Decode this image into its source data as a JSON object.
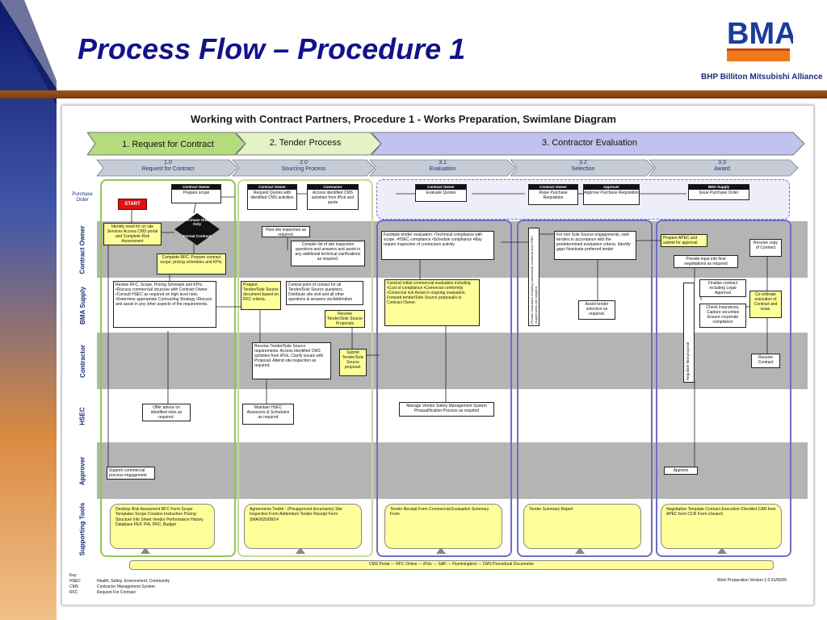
{
  "slide": {
    "title": "Process Flow – Procedure 1",
    "logo_text": "BMA",
    "logo_subtitle": "BHP Billiton Mitsubishi Alliance"
  },
  "diagram": {
    "title": "Working with Contract Partners, Procedure 1 - Works Preparation,  Swimlane Diagram",
    "phases": [
      {
        "label": "1. Request for Contract"
      },
      {
        "label": "2. Tender Process"
      },
      {
        "label": "3. Contractor Evaluation"
      }
    ],
    "steps": [
      {
        "num": "1.0",
        "label": "Request for Contract"
      },
      {
        "num": "2.0",
        "label": "Sourcing Process"
      },
      {
        "num": "3.1",
        "label": "Evaluation"
      },
      {
        "num": "3.2",
        "label": "Selection"
      },
      {
        "num": "3.3",
        "label": "Award"
      }
    ],
    "purchase_order_label": "Purchase Order",
    "lanes": [
      "Contract Owner",
      "BMA Supply",
      "Contractor",
      "HSEC",
      "Approver",
      "Supporting Tools"
    ],
    "start_label": "START",
    "decision": "Purchase Order Only",
    "decision_no": "Formal Contract",
    "po_boxes": [
      {
        "role": "Contract Owner",
        "text": "Prepare scope"
      },
      {
        "role": "Contract Owner",
        "text": "Request Quotes with identified CMS activities"
      },
      {
        "role": "Contractor",
        "text": "Access identified CMS activities from iPick and quote"
      },
      {
        "role": "Contract Owner",
        "text": "Evaluate Quotes"
      },
      {
        "role": "Contract Owner",
        "text": "Raise Purchase Requisition"
      },
      {
        "role": "Approver",
        "text": "Approve Purchase Requisition"
      },
      {
        "role": "BMA Supply",
        "text": "Issue Purchase Order"
      }
    ],
    "boxes": {
      "identify": "Identify need for on site Services Access CMS portal and Complete Risk Assessment",
      "complete_rfc": "Complete RFC. Prepare contract scope, pricing schedules and KPIs.",
      "review_rfc": "Review RFC, Scope, Pricing Schedule and KPIs. •Discuss commercial structure with Contract Owner. •Consult HSEC as required on high level risks •Determine appropriate Contracting Strategy •Discuss and assist in any other aspects of the requirements.",
      "offer_advice": "Offer advice on identified risks as required.",
      "support_commercial": "Support commercial process engagement",
      "host_site": "Host site inspection as required.",
      "compile_list": "Compile list of site inspection questions and answers and assist in any additional technical clarifications as required.",
      "prepare_tender": "Prepare Tender/Sole Source document based on RFC criteria.",
      "central_point": "Central point of contact for all Tender/Sole Source questions. Distribute site visit and all other questions & answers via Addendum",
      "receive_tender": "Receive Tender/Sole Source Proposals",
      "receive_requirements": "Receive Tender/Sole Source requirements. Access identified CMS activities from iPick. Clarify issues with Proposal. Attend site inspection as required.",
      "submit_tender": "Submit Tender/Sole Source proposal.",
      "maintain_hsec": "Maintain HSEC Assessors & Schedules as required",
      "facilitate": "Facilitate tender evaluation. •Technical compliance with scope. •HSEC compliance •Schedule compliance •May require inspection of contractors activity",
      "conduct_initial": "Conduct initial commercial evaluation including •Cost of compliance •Comercial conformity •Comercial risk Assist in ongoing evaluation. Forward tender/Sole Source proposal/s to Contract Owner.",
      "manage_vendor": "Manage Vendor Safety Management System Prequalification Process as required",
      "finalise_eval": "Finalise evaluation ensuring commercial, technical and HSEC requirements are adopted",
      "non_sole": "For non Sole Source engagements, rank tenders in accordance with the predetermined evaluation criteria. Identify gaps Nominate preferred tender",
      "assist_selection": "Assist tender selection as required.",
      "prepare_apec": "Prepare APEC and submit for approval",
      "provide_input": "Provide input into final negotiations as required",
      "negotiate": "Negotiate final proposal",
      "finalise_contract": "Finalise contract including Legal Approval",
      "check_insurances": "Check insurances, Capture securities Ensure corporate compliance",
      "coordinate": "Co-ordinate execution of Contract and issue.",
      "receive_copy": "Receive copy of Contract",
      "receive_contract": "Receive Contract",
      "approve": "Approve"
    },
    "tools": [
      "Desktop Risk Assesment RFC Form Scope Templates Scope Creation Instruction Pricing Structure Info Sheet Vendor Performance History Database PEP, PIA, PRC,  Budget",
      "Agreements Toolkit - (Preapproved  documents) Site Inspection Form Addendum Tender Receipt Form SMA0020/08/14",
      "Tender Receipt Form Commercial Evaluation Summary Form",
      "Tender Summary Report",
      "Negotiation Template Contract Execution Checklist CAR form APEC form CCR Form eSearch"
    ],
    "cms_bar": "CMS Portal   ---   RFC Online   ---   iPick   ---   SAP   ---   Hummingbird   ---   CMS Procedural Documents",
    "key": {
      "title": "Key",
      "items": [
        {
          "abbr": "HSEC",
          "desc": "Health, Safety, Environment, Community"
        },
        {
          "abbr": "CMS",
          "desc": "Contractor Management System"
        },
        {
          "abbr": "RFC",
          "desc": "Request For Contract"
        }
      ]
    },
    "version": "Work Preparation  Version 1.0 01/05/05"
  },
  "colors": {
    "title": "#12128a",
    "band": "#a2551a",
    "phase1": "#b4dc7c",
    "phase2": "#e4f2c6",
    "phase3": "#c2c2ee",
    "lane_light": "#ffffff",
    "lane_dark": "#b4b4b4",
    "box_yellow": "#ffff99",
    "start": "#e01010"
  }
}
